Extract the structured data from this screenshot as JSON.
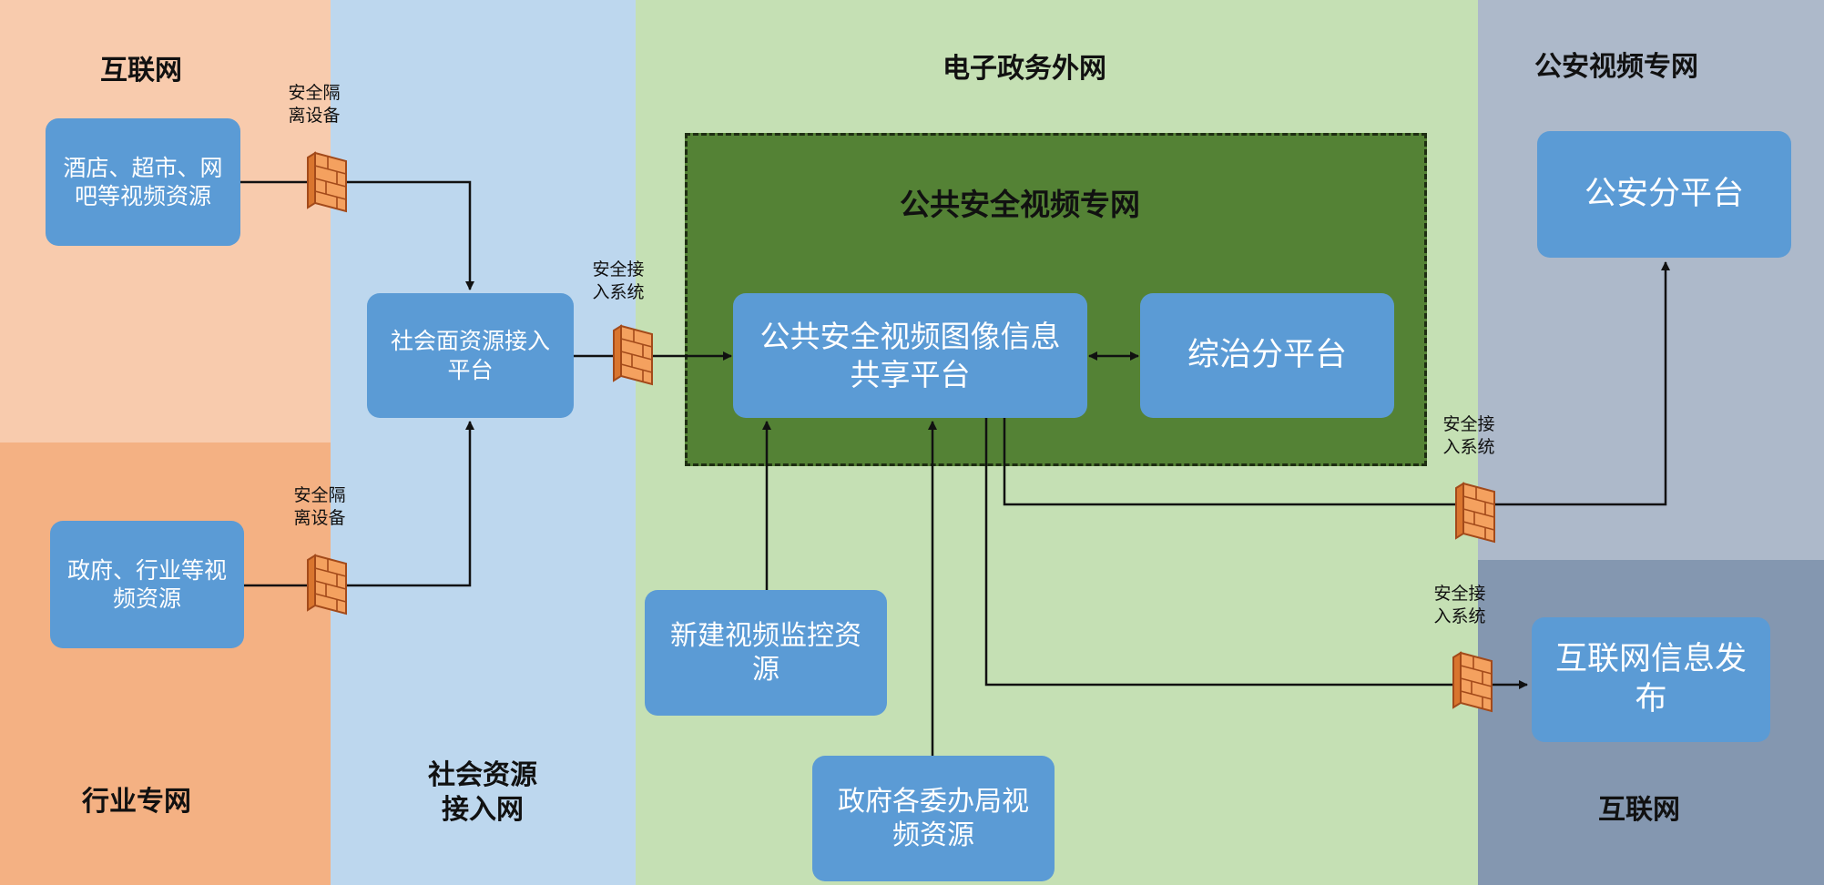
{
  "zones": {
    "internet_top": "互联网",
    "industry_net": "行业专网",
    "social_access": "社会资源\n接入网",
    "gov_external": "电子政务外网",
    "police_video": "公安视频专网",
    "internet_bottom": "互联网"
  },
  "public_safety_net": {
    "title": "公共安全视频专网"
  },
  "nodes": {
    "hotel_resources": "酒店、超市、网\n吧等视频资源",
    "gov_industry_resources": "政府、行业等视\n频资源",
    "social_access_platform": "社会面资源接入\n平台",
    "sharing_platform": "公共安全视频图像信息\n共享平台",
    "comprehensive_platform": "综治分平台",
    "police_platform": "公安分平台",
    "new_monitoring": "新建视频监控资\n源",
    "gov_bureau_resources": "政府各委办局视\n频资源",
    "internet_publish": "互联网信息发\n布"
  },
  "gateways": {
    "isolation_top": "安全隔\n离设备",
    "isolation_bottom": "安全隔\n离设备",
    "access_center": "安全接\n入系统",
    "access_police": "安全接\n入系统",
    "access_internet": "安全接\n入系统"
  },
  "colors": {
    "internet_top_bg": "#f8cbad",
    "industry_bg": "#f4b183",
    "social_bg": "#bdd7ee",
    "gov_bg": "#c5e0b4",
    "police_bg": "#adb9ca",
    "internet_bottom_bg": "#8497b0",
    "public_net_bg": "#548235",
    "node_bg": "#5b9bd5"
  }
}
